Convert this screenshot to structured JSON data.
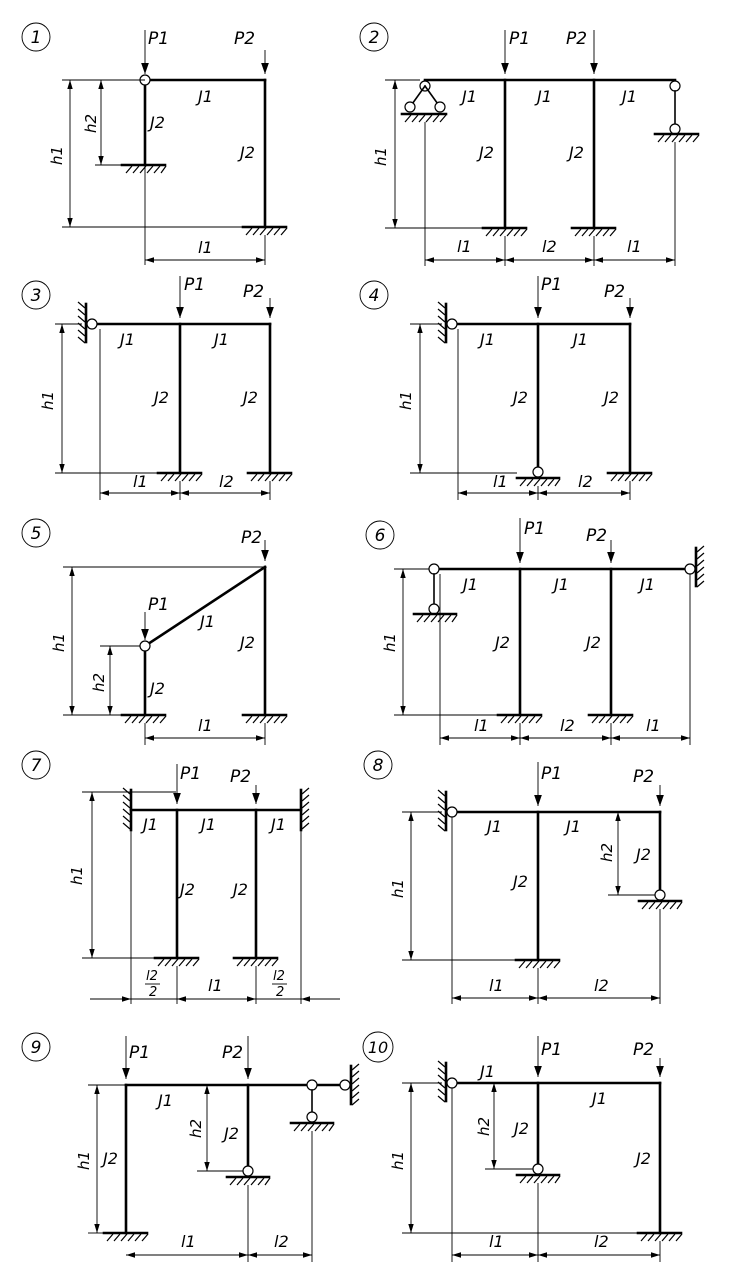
{
  "problems": [
    {
      "number": "1",
      "labels": {
        "p1": "P1",
        "p2": "P2",
        "j1": "J1",
        "j2a": "J2",
        "j2b": "J2",
        "h1": "h1",
        "h2": "h2",
        "l1": "l1"
      }
    },
    {
      "number": "2",
      "labels": {
        "p1": "P1",
        "p2": "P2",
        "j1a": "J1",
        "j1b": "J1",
        "j1c": "J1",
        "j2a": "J2",
        "j2b": "J2",
        "h1": "h1",
        "l1a": "l1",
        "l2": "l2",
        "l1b": "l1"
      }
    },
    {
      "number": "3",
      "labels": {
        "p1": "P1",
        "p2": "P2",
        "j1a": "J1",
        "j1b": "J1",
        "j2a": "J2",
        "j2b": "J2",
        "h1": "h1",
        "l1": "l1",
        "l2": "l2"
      }
    },
    {
      "number": "4",
      "labels": {
        "p1": "P1",
        "p2": "P2",
        "j1a": "J1",
        "j1b": "J1",
        "j2a": "J2",
        "j2b": "J2",
        "h1": "h1",
        "l1": "l1",
        "l2": "l2"
      }
    },
    {
      "number": "5",
      "labels": {
        "p1": "P1",
        "p2": "P2",
        "j1": "J1",
        "j2a": "J2",
        "j2b": "J2",
        "h1": "h1",
        "h2": "h2",
        "l1": "l1"
      }
    },
    {
      "number": "6",
      "labels": {
        "p1": "P1",
        "p2": "P2",
        "j1a": "J1",
        "j1b": "J1",
        "j1c": "J1",
        "j2a": "J2",
        "j2b": "J2",
        "h1": "h1",
        "l1a": "l1",
        "l2": "l2",
        "l1b": "l1"
      }
    },
    {
      "number": "7",
      "labels": {
        "p1": "P1",
        "p2": "P2",
        "j1a": "J1",
        "j1b": "J1",
        "j1c": "J1",
        "j2a": "J2",
        "j2b": "J2",
        "h1": "h1",
        "l2a_num": "l2",
        "l2a_den": "2",
        "l1": "l1",
        "l2b_num": "l2",
        "l2b_den": "2"
      }
    },
    {
      "number": "8",
      "labels": {
        "p1": "P1",
        "p2": "P2",
        "j1a": "J1",
        "j1b": "J1",
        "j2a": "J2",
        "j2b": "J2",
        "h1": "h1",
        "h2": "h2",
        "l1": "l1",
        "l2": "l2"
      }
    },
    {
      "number": "9",
      "labels": {
        "p1": "P1",
        "p2": "P2",
        "j1": "J1",
        "j2a": "J2",
        "j2b": "J2",
        "h1": "h1",
        "h2": "h2",
        "l1": "l1",
        "l2": "l2"
      }
    },
    {
      "number": "10",
      "labels": {
        "p1": "P1",
        "p2": "P2",
        "j1a": "J1",
        "j1b": "J1",
        "j2a": "J2",
        "j2b": "J2",
        "h1": "h1",
        "h2": "h2",
        "l1": "l1",
        "l2": "l2"
      }
    }
  ]
}
